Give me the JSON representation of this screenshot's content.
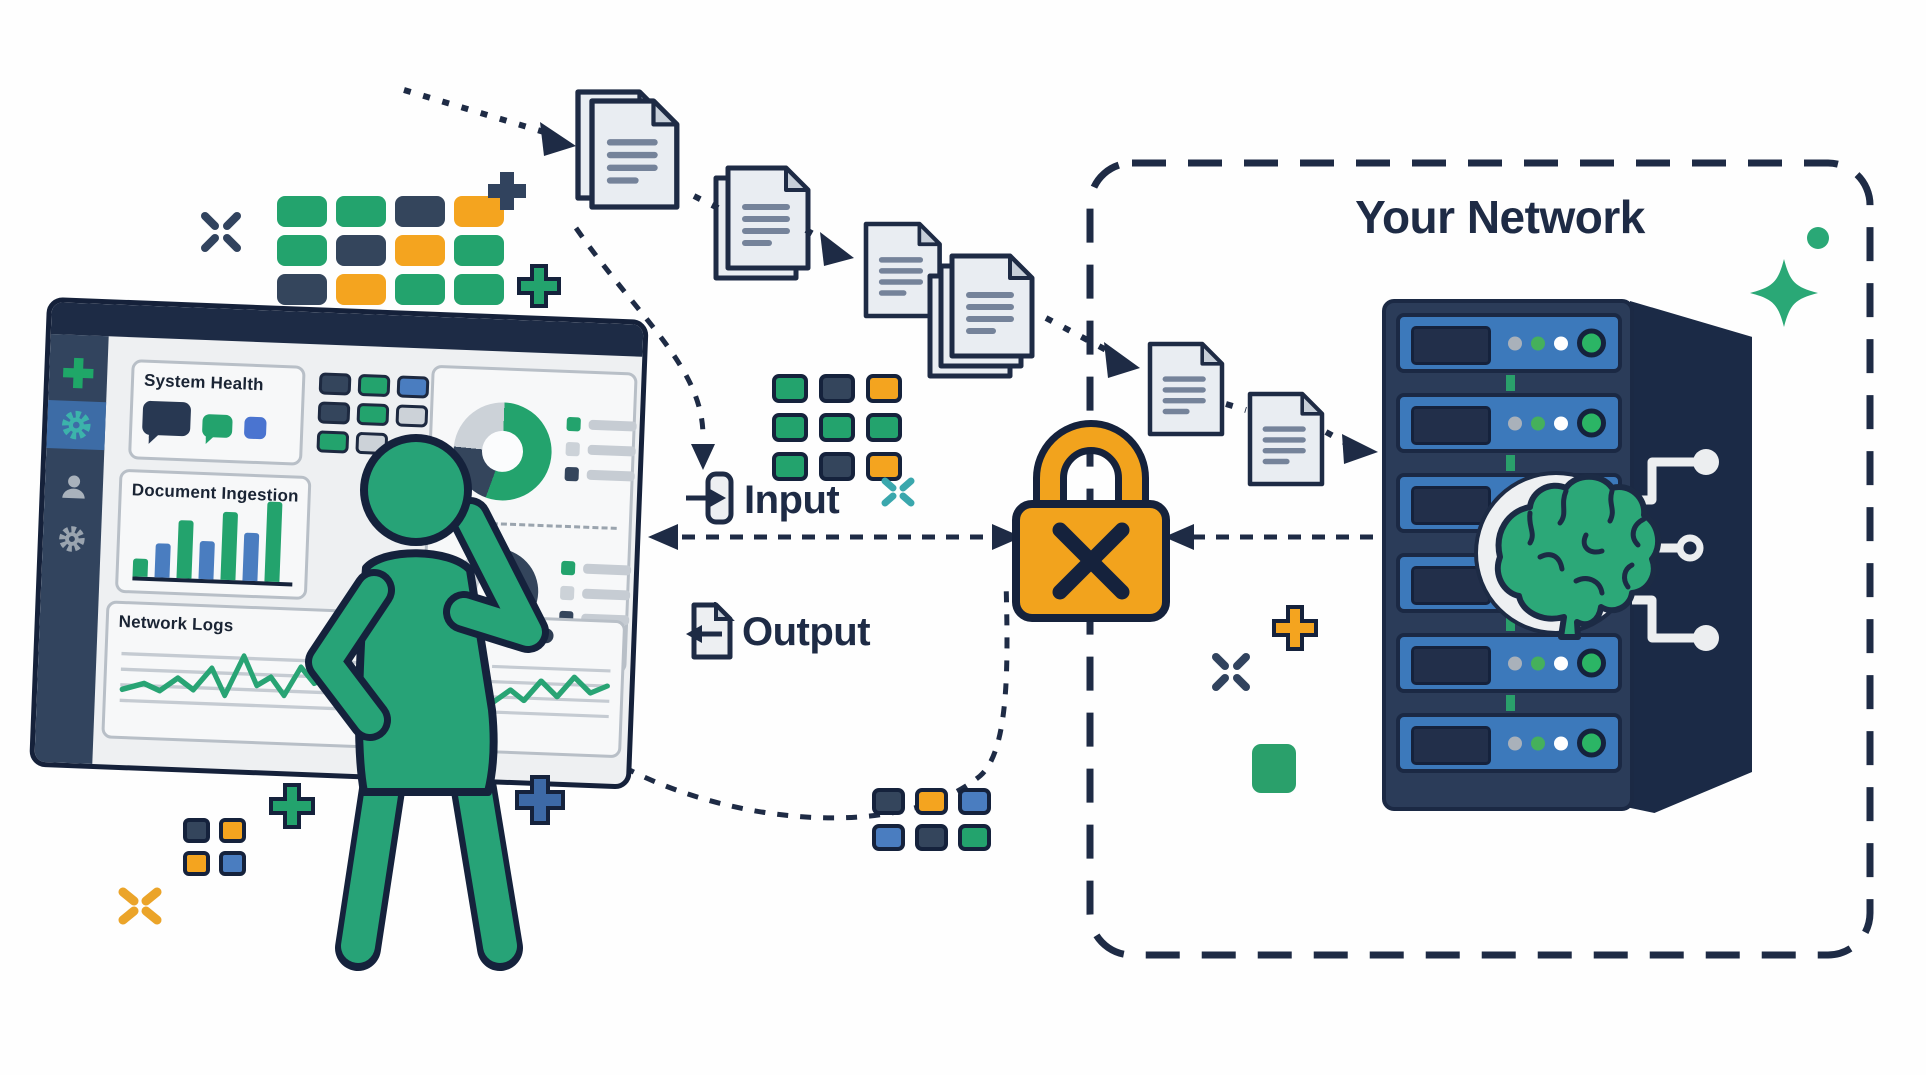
{
  "palette": {
    "g": "#23a36d",
    "n": "#34455c",
    "o": "#f4a41f",
    "bl": "#4a7dc0",
    "gray": "#ccd2d8",
    "teal": "#3aa7ad",
    "navy": "#1e2b45",
    "steel": "#3d69a6",
    "green_bright": "#2aa876",
    "orange": "#f2a31d"
  },
  "network": {
    "title": "Your Network"
  },
  "flow": {
    "input_label": "Input",
    "output_label": "Output"
  },
  "dashboard": {
    "system_health": {
      "title": "System Health"
    },
    "document_ingestion": {
      "title": "Document Ingestion",
      "bars": [
        {
          "h": 18,
          "c": "g"
        },
        {
          "h": 34,
          "c": "bl"
        },
        {
          "h": 58,
          "c": "g"
        },
        {
          "h": 38,
          "c": "bl"
        },
        {
          "h": 68,
          "c": "g"
        },
        {
          "h": 48,
          "c": "bl"
        },
        {
          "h": 80,
          "c": "g"
        }
      ]
    },
    "network_logs": {
      "title": "Network Logs"
    },
    "status_grid": [
      [
        "n",
        "g",
        "bl"
      ],
      [
        "n",
        "g",
        "gray"
      ],
      [
        "g",
        "gray",
        "x"
      ]
    ],
    "donut1": {
      "segments": [
        {
          "c": "g",
          "pct": 55
        },
        {
          "c": "n",
          "pct": 21
        },
        {
          "c": "gray",
          "pct": 24
        }
      ],
      "legend": [
        "g",
        "gray",
        "n"
      ]
    },
    "donut2": {
      "segments": [
        {
          "c": "n",
          "pct": 33
        },
        {
          "c": "bl",
          "pct": 27
        },
        {
          "c": "gray",
          "pct": 40
        }
      ],
      "legend": [
        "g",
        "gray",
        "n"
      ]
    },
    "mini_dots": [
      "#23a36d",
      "#f4a41f",
      "#2d3c52"
    ]
  },
  "rack": {
    "server_count": 6,
    "leds": [
      "#a9b1ba",
      "#45b05c",
      "#ffffff",
      "#2bb565"
    ]
  },
  "grids": {
    "top_left": [
      [
        "g",
        "g",
        "n",
        "o"
      ],
      [
        "g",
        "n",
        "o",
        "g"
      ],
      [
        "n",
        "o",
        "g",
        "g"
      ]
    ],
    "middle": [
      [
        "g",
        "n",
        "o"
      ],
      [
        "g",
        "g",
        "g"
      ],
      [
        "g",
        "n",
        "o"
      ]
    ],
    "bottom_middle": [
      [
        "n",
        "o",
        "bl"
      ],
      [
        "bl",
        "n",
        "g"
      ]
    ],
    "bottom_left": [
      [
        "n",
        "o"
      ],
      [
        "o",
        "bl"
      ]
    ]
  }
}
